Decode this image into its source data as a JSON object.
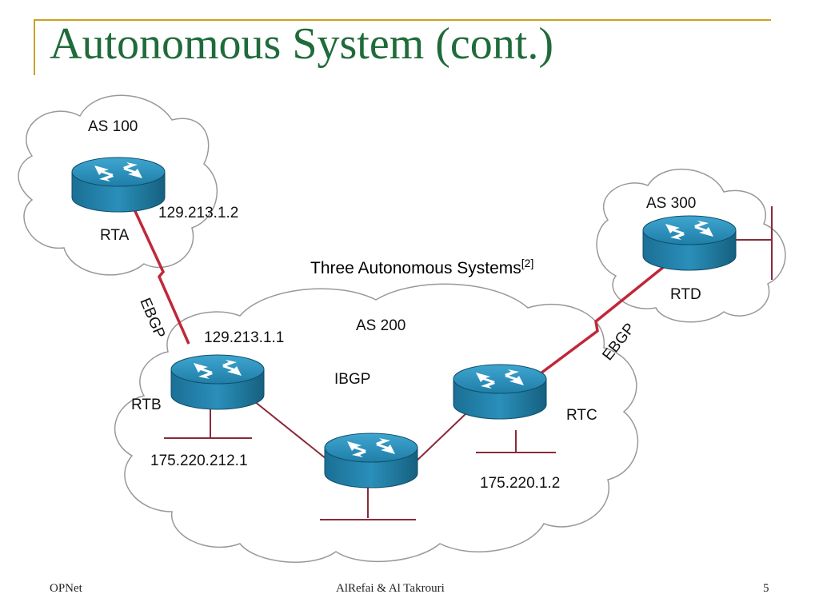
{
  "slide": {
    "title": "Autonomous System (cont.)",
    "footer_left": "OPNet",
    "footer_center": "AlRefai & Al Takrouri",
    "page_number": "5"
  },
  "diagram": {
    "caption": "Three Autonomous Systems",
    "caption_ref": "[2]",
    "systems": [
      {
        "label": "AS 100"
      },
      {
        "label": "AS 200"
      },
      {
        "label": "AS 300"
      }
    ],
    "routers": [
      {
        "label": "RTA"
      },
      {
        "label": "RTB"
      },
      {
        "label": "RTC"
      },
      {
        "label": "RTD"
      }
    ],
    "links": [
      {
        "label": "EBGP"
      },
      {
        "label": "IBGP"
      },
      {
        "label": "EBGP"
      }
    ],
    "addresses": [
      "129.213.1.2",
      "129.213.1.1",
      "175.220.212.1",
      "175.220.1.2"
    ]
  },
  "colors": {
    "title": "#1f6b3a",
    "accent": "#c9a227",
    "link": "#c0283a",
    "router": "#2b88b0"
  }
}
